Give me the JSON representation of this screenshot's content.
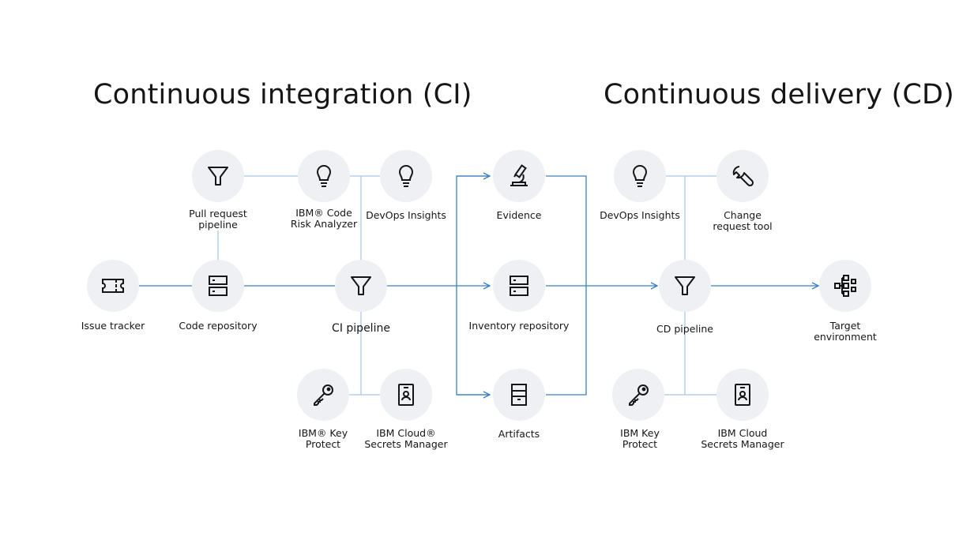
{
  "ci_title": "Continuous integration (CI)",
  "cd_title": "Continuous delivery (CD)",
  "colors": {
    "node_bg": "#eef0f3",
    "connector": "#a8c8e8",
    "flow_arrow": "#3b7fc4",
    "icon_stroke": "#161616"
  },
  "nodes": {
    "pull_request_pipeline": {
      "label": "Pull request\npipeline",
      "icon": "funnel-icon"
    },
    "code_risk_analyzer": {
      "label": "IBM® Code\nRisk Analyzer",
      "icon": "lightbulb-icon"
    },
    "ci_devops_insights": {
      "label": "DevOps Insights",
      "icon": "lightbulb-icon"
    },
    "issue_tracker": {
      "label": "Issue tracker",
      "icon": "ticket-icon"
    },
    "code_repository": {
      "label": "Code repository",
      "icon": "server-icon"
    },
    "ci_pipeline": {
      "label": "CI pipeline",
      "icon": "funnel-icon"
    },
    "ci_key_protect": {
      "label": "IBM® Key\nProtect",
      "icon": "key-icon"
    },
    "ci_secrets_manager": {
      "label": "IBM Cloud®\nSecrets Manager",
      "icon": "id-badge-icon"
    },
    "evidence": {
      "label": "Evidence",
      "icon": "microscope-icon"
    },
    "inventory_repository": {
      "label": "Inventory repository",
      "icon": "server-icon"
    },
    "artifacts": {
      "label": "Artifacts",
      "icon": "cabinet-icon"
    },
    "cd_devops_insights": {
      "label": "DevOps Insights",
      "icon": "lightbulb-icon"
    },
    "change_request_tool": {
      "label": "Change\nrequest tool",
      "icon": "wrench-icon"
    },
    "cd_pipeline": {
      "label": "CD pipeline",
      "icon": "funnel-icon"
    },
    "target_environment": {
      "label": "Target\nenvironment",
      "icon": "hierarchy-icon"
    },
    "cd_key_protect": {
      "label": "IBM Key\nProtect",
      "icon": "key-icon"
    },
    "cd_secrets_manager": {
      "label": "IBM Cloud\nSecrets Manager",
      "icon": "id-badge-icon"
    }
  }
}
